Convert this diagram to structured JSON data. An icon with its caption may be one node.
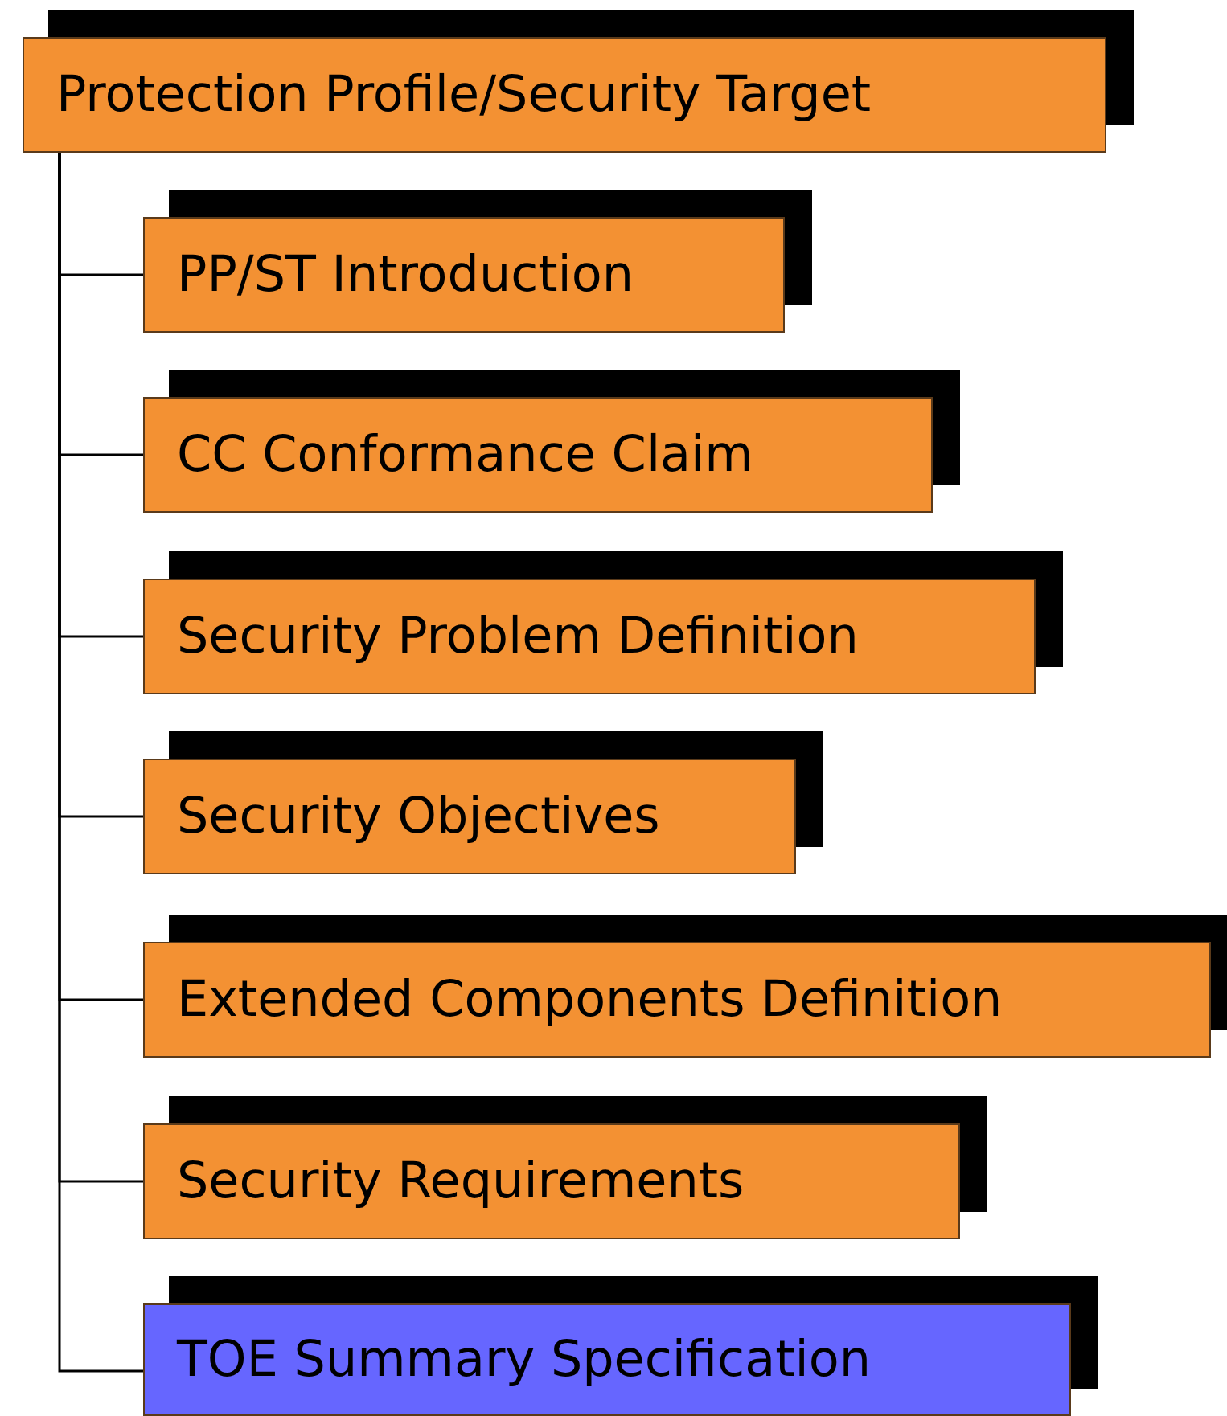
{
  "diagram": {
    "nodes": [
      {
        "text": [
          "Protection Profile/Security Target"
        ]
      },
      {
        "text": [
          "PP/ST Introduction"
        ]
      },
      {
        "text": [
          "CC Conformance Claim"
        ]
      },
      {
        "text": [
          "Security Problem Definition"
        ]
      },
      {
        "text": [
          "Security Objectives"
        ]
      },
      {
        "text": [
          "Extended Components Definition"
        ]
      },
      {
        "text": [
          "Security Requirements"
        ]
      },
      {
        "text": [
          "TOE Summary Specification"
        ]
      }
    ],
    "edges": [
      {
        "from": 0,
        "to": 1,
        "arrow": "none"
      },
      {
        "from": 0,
        "to": 2,
        "arrow": "none"
      },
      {
        "from": 0,
        "to": 3,
        "arrow": "none"
      },
      {
        "from": 0,
        "to": 4,
        "arrow": "none"
      },
      {
        "from": 0,
        "to": 5,
        "arrow": "none"
      },
      {
        "from": 0,
        "to": 6,
        "arrow": "none"
      },
      {
        "from": 0,
        "to": 7,
        "arrow": "none"
      }
    ]
  }
}
